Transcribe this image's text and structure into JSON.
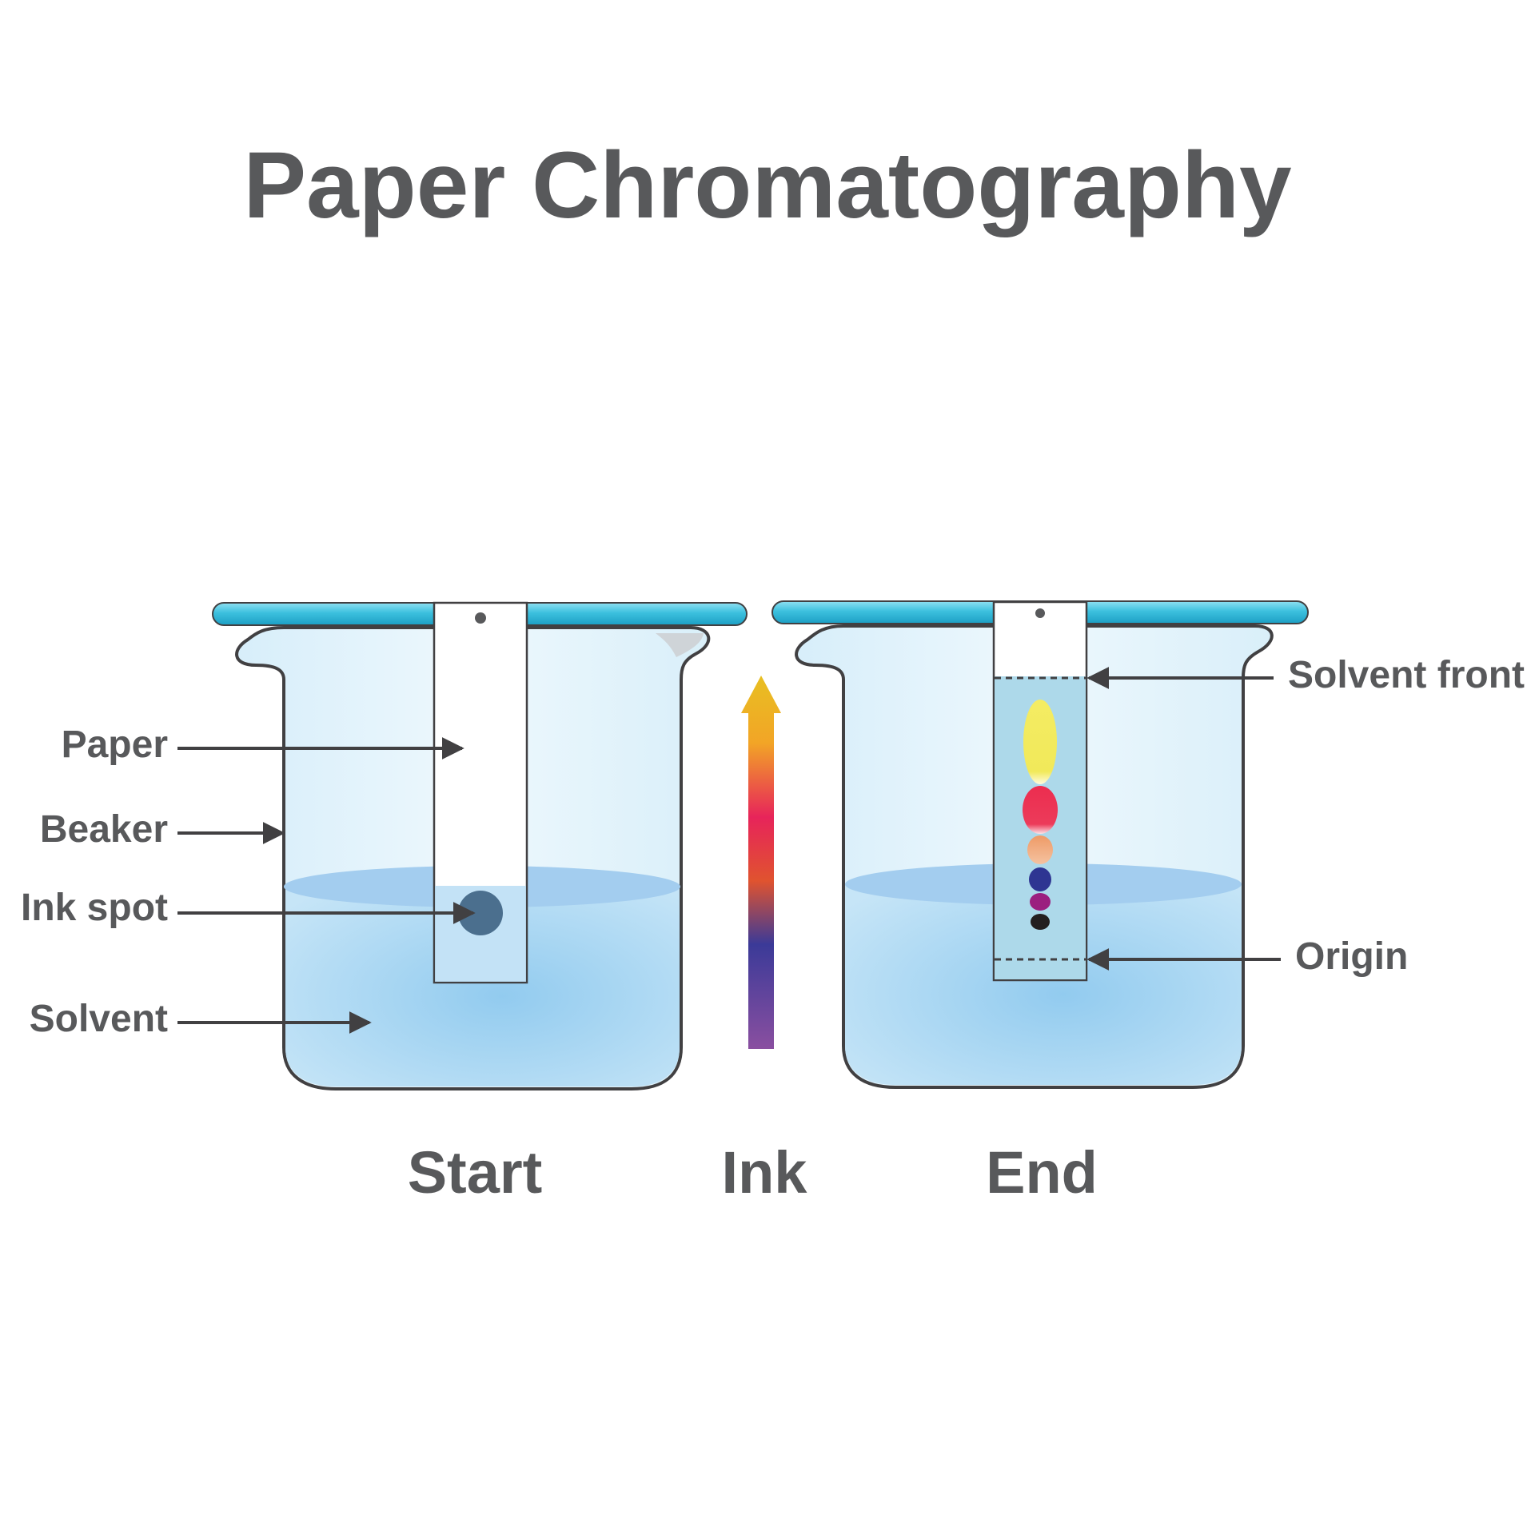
{
  "title": "Paper Chromatography",
  "labels": {
    "paper": "Paper",
    "beaker": "Beaker",
    "ink_spot": "Ink spot",
    "solvent": "Solvent",
    "solvent_front": "Solvent front",
    "origin": "Origin"
  },
  "captions": {
    "start": "Start",
    "ink": "Ink",
    "end": "End"
  },
  "colors": {
    "text": "#58595b",
    "outline": "#414042",
    "lid": "#29b6d6",
    "solvent": "#a9d6f2",
    "ink_spot": "#4b6f8e"
  },
  "separated_spots": [
    {
      "name": "yellow",
      "color": "#f1e95a"
    },
    {
      "name": "red",
      "color": "#ec2d4f"
    },
    {
      "name": "orange",
      "color": "#ee9a66"
    },
    {
      "name": "blue",
      "color": "#2e3592"
    },
    {
      "name": "purple",
      "color": "#9b1f7f"
    },
    {
      "name": "black",
      "color": "#231f20"
    }
  ]
}
